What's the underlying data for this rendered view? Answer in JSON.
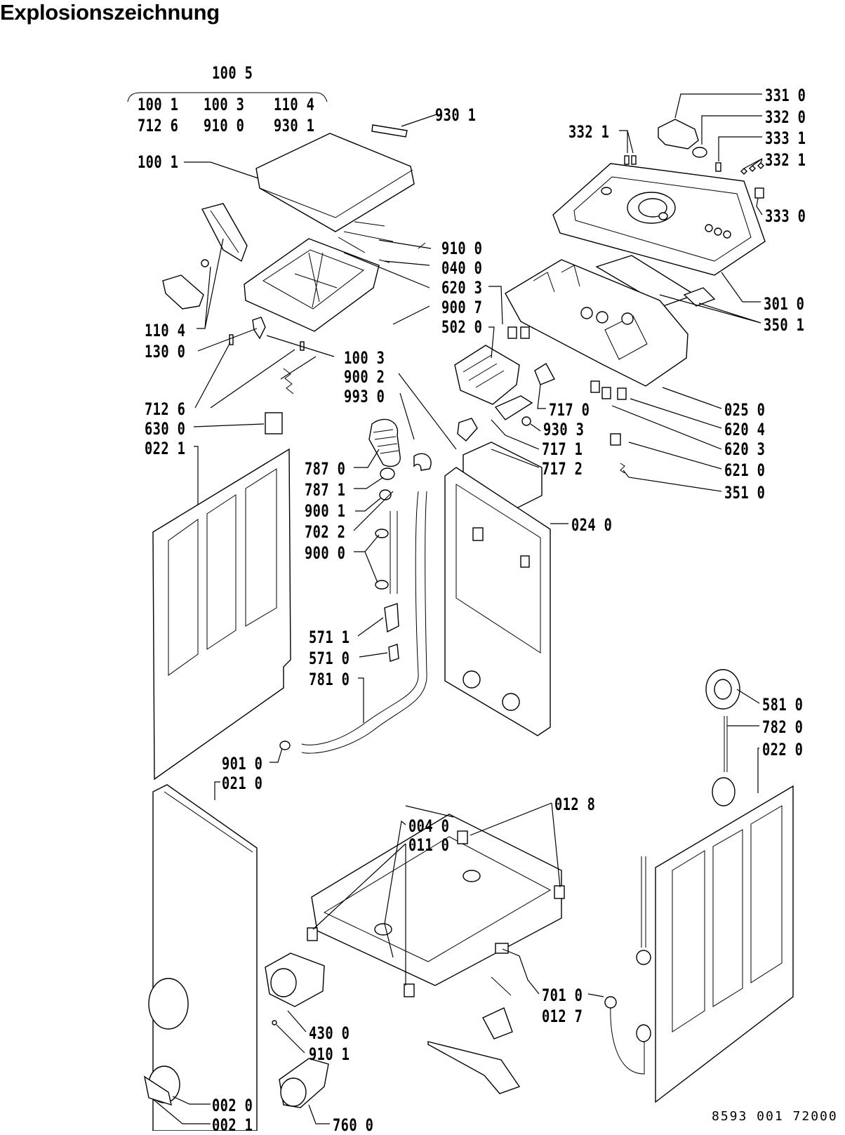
{
  "page": {
    "title": "Explosionszeichnung",
    "doc_number": "8593 001 72000"
  },
  "labels": {
    "l1005": "100 5",
    "l1001a": "100 1",
    "l1003a": "100 3",
    "l1104a": "110 4",
    "l7126a": "712 6",
    "l9100a": "910 0",
    "l9301a": "930 1",
    "l9301b": "930 1",
    "l1001b": "100 1",
    "l9100b": "910 0",
    "l0400": "040 0",
    "l6203a": "620 3",
    "l9007": "900 7",
    "l5020": "502 0",
    "l1104b": "110 4",
    "l1300": "130 0",
    "l1003b": "100 3",
    "l9002": "900 2",
    "l9930": "993 0",
    "l7126b": "712 6",
    "l6300": "630 0",
    "l0221": "022 1",
    "l3310": "331 0",
    "l3320": "332 0",
    "l3331": "333 1",
    "l3321a": "332 1",
    "l3321b": "332 1",
    "l3330": "333 0",
    "l3010": "301 0",
    "l3501": "350 1",
    "l7170": "717 0",
    "l9303": "930 3",
    "l7171": "717 1",
    "l7172": "717 2",
    "l0250": "025 0",
    "l6204": "620 4",
    "l6203b": "620 3",
    "l6210": "621 0",
    "l3510": "351 0",
    "l7870": "787 0",
    "l7871": "787 1",
    "l9001": "900 1",
    "l7022": "702 2",
    "l9000": "900 0",
    "l0240": "024 0",
    "l5711": "571 1",
    "l5710": "571 0",
    "l7810": "781 0",
    "l9010": "901 0",
    "l0210": "021 0",
    "l5810": "581 0",
    "l7820": "782 0",
    "l0220": "022 0",
    "l0128": "012 8",
    "l0040": "004 0",
    "l0110": "011 0",
    "l7010": "701 0",
    "l0127": "012 7",
    "l4300": "430 0",
    "l9101": "910 1",
    "l0020": "002 0",
    "l0021": "002 1",
    "l7600": "760 0"
  }
}
